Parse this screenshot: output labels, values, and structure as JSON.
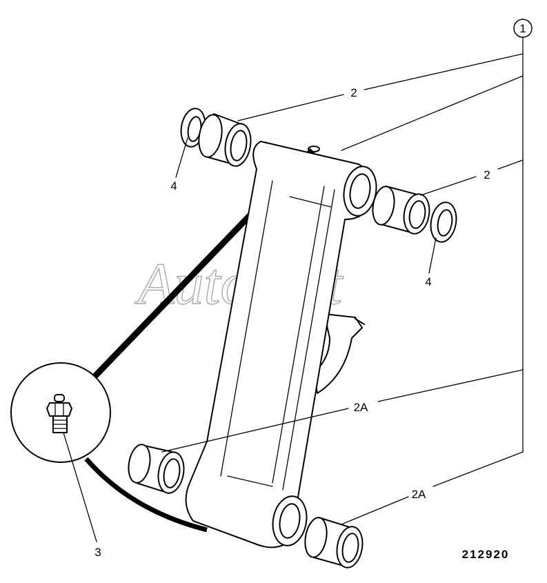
{
  "labels": {
    "item1": "1",
    "item2_top": "2",
    "item2_right": "2",
    "item2a_mid": "2A",
    "item2a_bottom": "2A",
    "item3": "3",
    "item4_left": "4",
    "item4_right": "4"
  },
  "drawing_number": "212920",
  "watermark": "AutoSoft",
  "icons": {
    "grease-nipple": "grease-nipple-icon"
  },
  "colors": {
    "line": "#000000",
    "watermark": "#a9a9a9",
    "background": "#ffffff"
  }
}
